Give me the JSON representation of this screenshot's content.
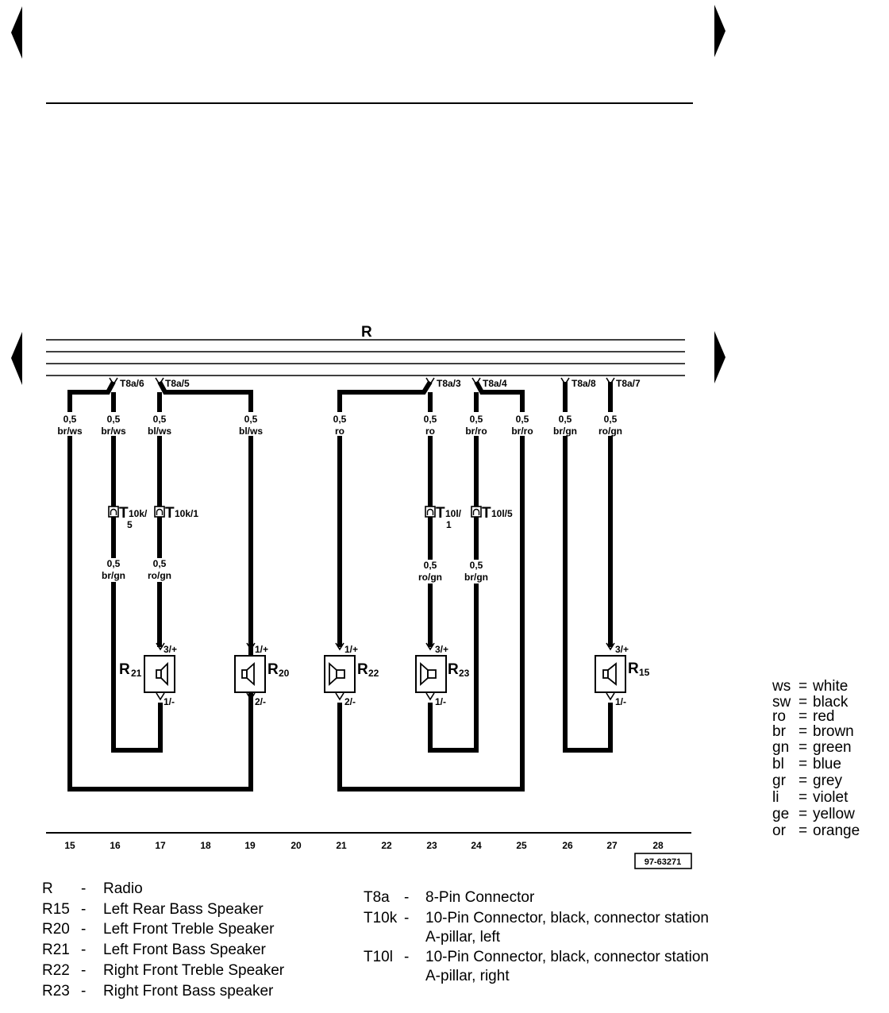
{
  "component_label": "R",
  "diagram_code": "97-63271",
  "connectors": [
    {
      "id": "t8a-6",
      "label": "T8a/6"
    },
    {
      "id": "t8a-5",
      "label": "T8a/5"
    },
    {
      "id": "t8a-3",
      "label": "T8a/3"
    },
    {
      "id": "t8a-4",
      "label": "T8a/4"
    },
    {
      "id": "t8a-8",
      "label": "T8a/8"
    },
    {
      "id": "t8a-7",
      "label": "T8a/7"
    }
  ],
  "wires_upper": [
    {
      "size": "0,5",
      "color": "br/ws"
    },
    {
      "size": "0,5",
      "color": "br/ws"
    },
    {
      "size": "0,5",
      "color": "bl/ws"
    },
    {
      "size": "0,5",
      "color": "bl/ws"
    },
    {
      "size": "0,5",
      "color": "ro"
    },
    {
      "size": "0,5",
      "color": "ro"
    },
    {
      "size": "0,5",
      "color": "br/ro"
    },
    {
      "size": "0,5",
      "color": "br/ro"
    },
    {
      "size": "0,5",
      "color": "br/gn"
    },
    {
      "size": "0,5",
      "color": "ro/gn"
    }
  ],
  "wires_lower": [
    {
      "size": "0,5",
      "color": "br/gn"
    },
    {
      "size": "0,5",
      "color": "ro/gn"
    },
    {
      "size": "0,5",
      "color": "ro/gn"
    },
    {
      "size": "0,5",
      "color": "br/gn"
    }
  ],
  "inline_connectors": [
    {
      "main": "T",
      "sub": "10k/",
      "line2": "5"
    },
    {
      "main": "T",
      "sub": "10k/1",
      "line2": ""
    },
    {
      "main": "T",
      "sub": "10l/",
      "line2": "1"
    },
    {
      "main": "T",
      "sub": "10l/5",
      "line2": ""
    }
  ],
  "speakers": [
    {
      "id": "R21",
      "main": "R",
      "sub": "21",
      "pin_top": "3/+",
      "pin_bottom": "1/-"
    },
    {
      "id": "R20",
      "main": "R",
      "sub": "20",
      "pin_top": "1/+",
      "pin_bottom": "2/-"
    },
    {
      "id": "R22",
      "main": "R",
      "sub": "22",
      "pin_top": "1/+",
      "pin_bottom": "2/-"
    },
    {
      "id": "R23",
      "main": "R",
      "sub": "23",
      "pin_top": "3/+",
      "pin_bottom": "1/-"
    },
    {
      "id": "R15",
      "main": "R",
      "sub": "15",
      "pin_top": "3/+",
      "pin_bottom": "1/-"
    }
  ],
  "column_numbers": [
    "15",
    "16",
    "17",
    "18",
    "19",
    "20",
    "21",
    "22",
    "23",
    "24",
    "25",
    "26",
    "27",
    "28"
  ],
  "color_legend": [
    {
      "code": "ws",
      "name": "white"
    },
    {
      "code": "sw",
      "name": "black"
    },
    {
      "code": "ro",
      "name": "red"
    },
    {
      "code": "br",
      "name": "brown"
    },
    {
      "code": "gn",
      "name": "green"
    },
    {
      "code": "bl",
      "name": "blue"
    },
    {
      "code": "gr",
      "name": "grey"
    },
    {
      "code": "li",
      "name": "violet"
    },
    {
      "code": "ge",
      "name": "yellow"
    },
    {
      "code": "or",
      "name": "orange"
    }
  ],
  "component_legend_left": [
    {
      "code": "R",
      "desc": "Radio"
    },
    {
      "code": "R15",
      "desc": "Left Rear Bass Speaker"
    },
    {
      "code": "R20",
      "desc": "Left  Front  Treble Speaker"
    },
    {
      "code": "R21",
      "desc": "Left Front Bass Speaker"
    },
    {
      "code": "R22",
      "desc": "Right Front Treble Speaker"
    },
    {
      "code": "R23",
      "desc": "Right Front Bass speaker"
    }
  ],
  "component_legend_right": [
    {
      "code": "T8a",
      "desc": "8-Pin Connector",
      "desc2": ""
    },
    {
      "code": "T10k",
      "desc": "10-Pin Connector, black, connector station",
      "desc2": "A-pillar, left"
    },
    {
      "code": "T10l",
      "desc": "10-Pin Connector, black, connector station",
      "desc2": "A-pillar, right"
    }
  ],
  "legend_dash": "-",
  "legend_eq": "="
}
